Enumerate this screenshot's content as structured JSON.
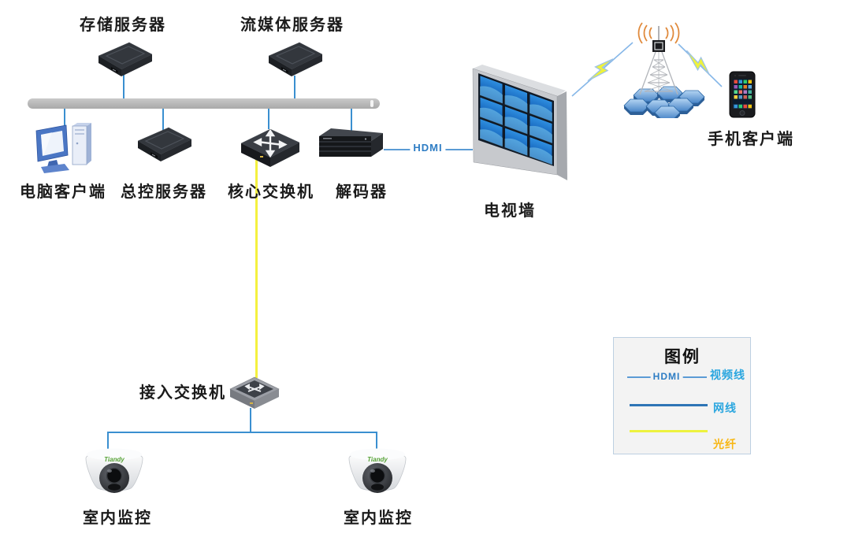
{
  "nodes": {
    "storage_server": "存储服务器",
    "streaming_server": "流媒体服务器",
    "pc_client": "电脑客户端",
    "master_server": "总控服务器",
    "core_switch": "核心交换机",
    "decoder": "解码器",
    "tv_wall": "电视墙",
    "mobile_client": "手机客户端",
    "access_switch": "接入交换机",
    "indoor_camera_left": "室内监控",
    "indoor_camera_right": "室内监控"
  },
  "camera_brand": "Tiandy",
  "connections": {
    "hdmi_label": "HDMI"
  },
  "legend": {
    "title": "图例",
    "items": [
      {
        "label": "视频线",
        "line_text": "HDMI",
        "line_color": "#5b9bd5",
        "label_color": "#2aa6df",
        "style": "thin-blue"
      },
      {
        "label": "网线",
        "line_color": "#2e75b6",
        "label_color": "#2aa6df",
        "style": "solid-blue"
      },
      {
        "label": "光纤",
        "line_color": "#edf23f",
        "label_color": "#f8b713",
        "style": "solid-yellow"
      }
    ]
  },
  "colors": {
    "network_line": "#3a8fd0",
    "fiber_line": "#f4f13f",
    "hdmi_line": "#5b9bd5",
    "wireless_link": "#86b7e8",
    "lightning_bolt": "#eef23c",
    "bus_bar": "#b9b9b9",
    "label_text": "#1b1b1b"
  }
}
